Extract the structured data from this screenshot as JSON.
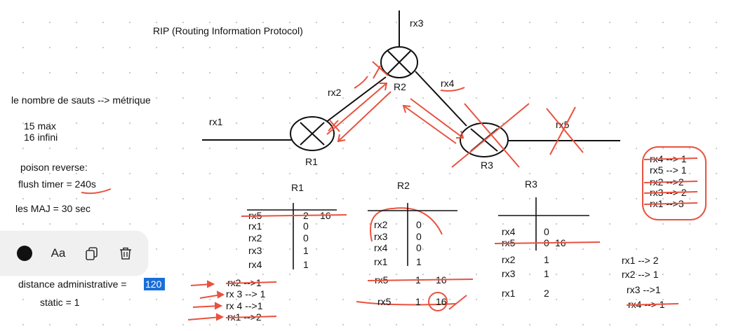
{
  "title": "RIP (Routing Information Protocol)",
  "notes": {
    "metric": "le nombre de sauts --> métrique",
    "max": "15 max",
    "infinite": "16 infini",
    "poison": "poison reverse:",
    "flush": "flush timer = 240s",
    "updates": "les MAJ = 30 sec",
    "distance_label": "distance administrative = ",
    "distance_value": "120",
    "static": "static = 1"
  },
  "routers": {
    "r1": "R1",
    "r2": "R2",
    "r3": "R3"
  },
  "networks": {
    "rx1": "rx1",
    "rx2": "rx2",
    "rx3": "rx3",
    "rx4": "rx4",
    "rx5": "rx5"
  },
  "tables": {
    "r1": {
      "title": "R1",
      "rows": [
        {
          "net": "rx5",
          "metric": "2",
          "extra": "16",
          "color": "red",
          "struck": true
        },
        {
          "net": "rx1",
          "metric": "0",
          "color": "black"
        },
        {
          "net": "rx2",
          "metric": "0",
          "color": "black"
        },
        {
          "net": "rx3",
          "metric": "1",
          "color": "red"
        },
        {
          "net": "rx4",
          "metric": "1",
          "color": "red"
        }
      ],
      "updates": [
        {
          "text": "rx2 -->1",
          "struck": true
        },
        {
          "text": "rx 3 --> 1",
          "struck": false
        },
        {
          "text": "rx 4 -->1",
          "struck": false
        },
        {
          "text": "rx1 -->2",
          "struck": true
        }
      ]
    },
    "r2": {
      "title": "R2",
      "rows": [
        {
          "net": "rx2",
          "metric": "0",
          "color": "black"
        },
        {
          "net": "rx3",
          "metric": "0",
          "color": "black"
        },
        {
          "net": "rx4",
          "metric": "0",
          "color": "black"
        },
        {
          "net": "rx1",
          "metric": "1",
          "color": "red"
        },
        {
          "net": "rx5",
          "metric": "1",
          "extra": "16",
          "color": "red",
          "struck": true
        },
        {
          "net": "rx5",
          "metric": "1",
          "extra": "16",
          "color": "black",
          "struck": false
        }
      ]
    },
    "r3": {
      "title": "R3",
      "rows": [
        {
          "net": "rx4",
          "metric": "0",
          "color": "black"
        },
        {
          "net": "rx5",
          "metric": "0",
          "extra": "16",
          "color": "black",
          "struck": true
        },
        {
          "net": "rx2",
          "metric": "1",
          "color": "red"
        },
        {
          "net": "rx3",
          "metric": "1",
          "color": "red"
        },
        {
          "net": "rx1",
          "metric": "2",
          "color": "red"
        }
      ],
      "updates": [
        {
          "text": "rx1 --> 2",
          "struck": false
        },
        {
          "text": "rx2 --> 1",
          "struck": false
        },
        {
          "text": "rx3 -->1",
          "struck": false
        },
        {
          "text": "rx4 --> 1",
          "struck": true
        }
      ]
    }
  },
  "box_updates": [
    {
      "text": "rx4 --> 1",
      "struck": true
    },
    {
      "text": "rx5 --> 1",
      "struck": false
    },
    {
      "text": "rx2 -->2",
      "struck": true
    },
    {
      "text": "rx3 --> 2",
      "struck": true
    },
    {
      "text": "rx1 -->3",
      "struck": true
    }
  ],
  "toolbar": {
    "color_icon": "filled-circle-icon",
    "text_label": "Aa",
    "duplicate_icon": "copy-icon",
    "delete_icon": "trash-icon"
  },
  "colors": {
    "ink": "#111111",
    "red": "#e8523f",
    "selection": "#1a6ed8"
  }
}
